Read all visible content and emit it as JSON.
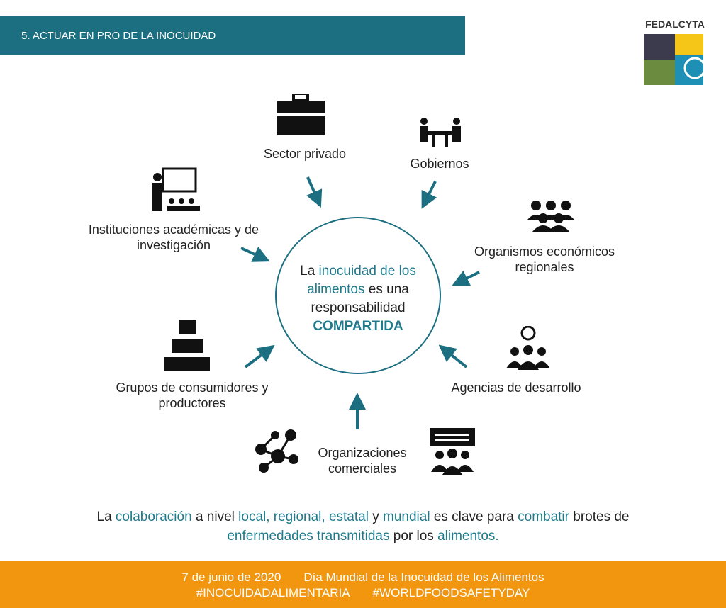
{
  "header": {
    "title": "5. ACTUAR EN PRO DE LA INOCUIDAD"
  },
  "logo": {
    "text": "FEDALCYTA"
  },
  "center": {
    "t1": "La ",
    "t2": "inocuidad de los alimentos",
    "t3": " es una responsabilidad",
    "t4": "COMPARTIDA"
  },
  "actors": [
    {
      "label": "Sector privado",
      "icon": "briefcase-icon"
    },
    {
      "label": "Gobiernos",
      "icon": "meeting-icon"
    },
    {
      "label": "Instituciones académicas y de investigación",
      "icon": "teacher-icon"
    },
    {
      "label": "Organismos económicos regionales",
      "icon": "group-icon"
    },
    {
      "label": "Grupos de consumidores y productores",
      "icon": "crowd-icon"
    },
    {
      "label": "Agencias de desarrollo",
      "icon": "idea-team-icon"
    },
    {
      "label": "Organizaciones comerciales",
      "icon": "network-icon"
    }
  ],
  "message": {
    "p1": "La ",
    "p2": "colaboración",
    "p3": " a nivel ",
    "p4": "local, regional, estatal",
    "p5": " y ",
    "p6": "mundial",
    "p7": " es clave para ",
    "p8": "combatir",
    "p9": " brotes de ",
    "p10": "enfermedades transmitidas",
    "p11": " por los ",
    "p12": "alimentos."
  },
  "footer": {
    "date": "7 de junio de 2020",
    "event": "Día Mundial de la Inocuidad de los Alimentos",
    "tag1": "#INOCUIDADALIMENTARIA",
    "tag2": "#WORLDFOODSAFETYDAY"
  },
  "colors": {
    "teal": "#1b6f80",
    "orange": "#f29610"
  }
}
